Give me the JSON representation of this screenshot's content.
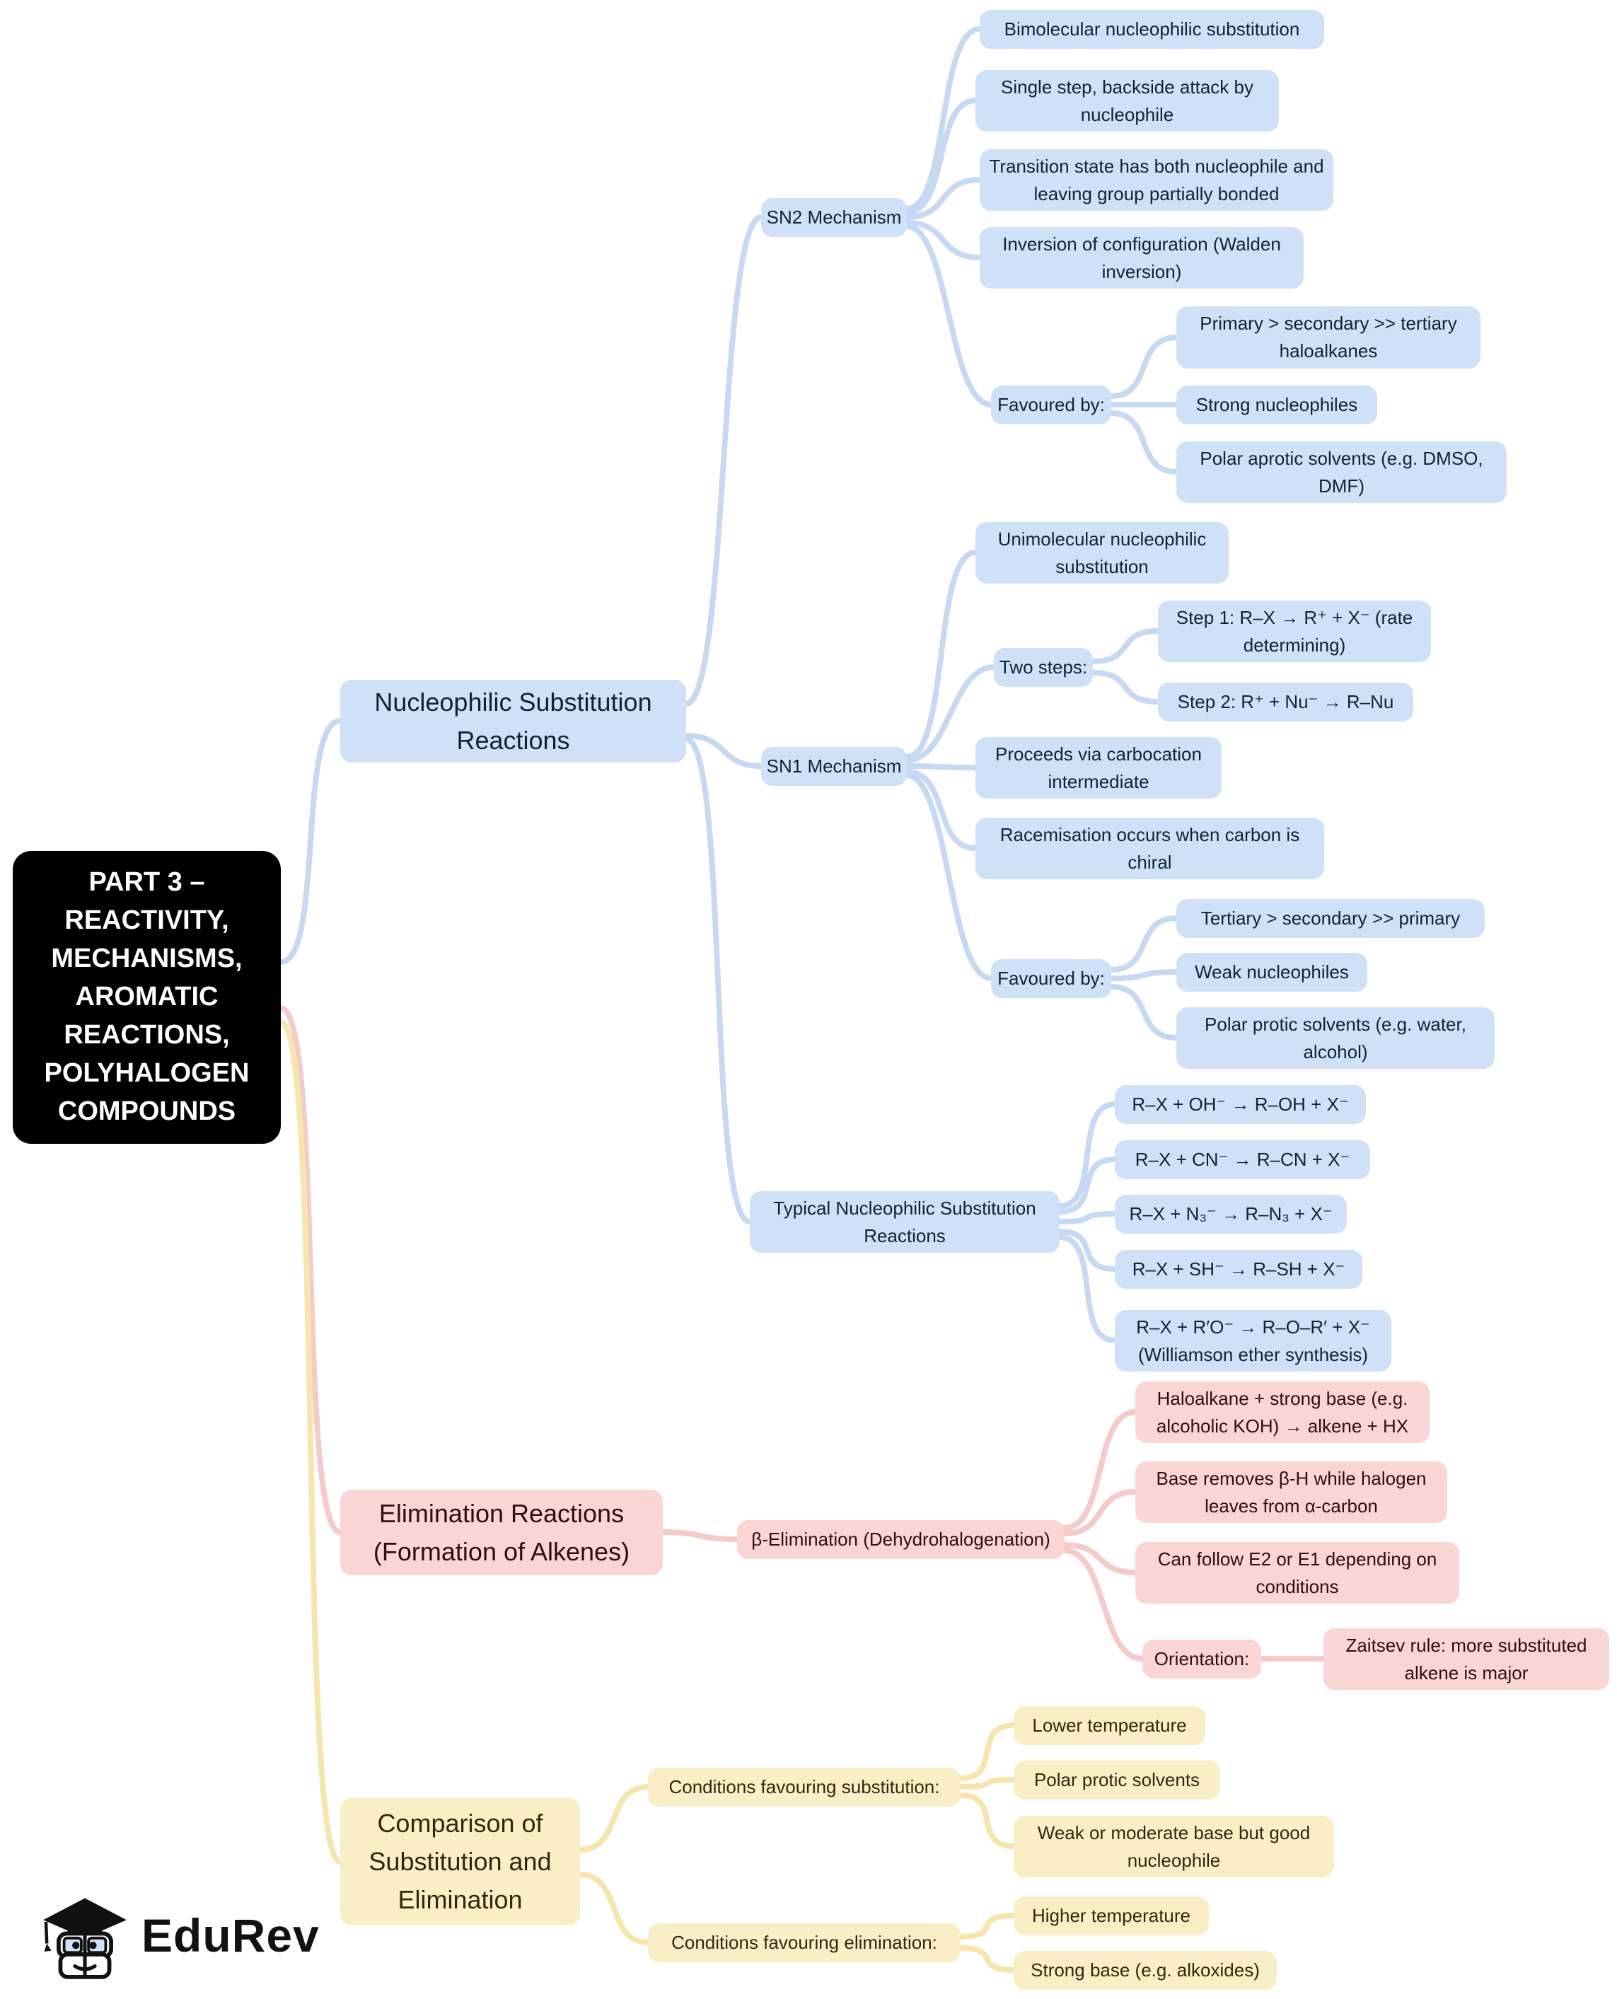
{
  "root_label": "PART 3 – REACTIVITY, MECHANISMS, AROMATIC REACTIONS, POLYHALOGEN COMPOUNDS",
  "branches": {
    "substitution": {
      "label": "Nucleophilic Substitution Reactions",
      "sn2": {
        "label": "SN2 Mechanism",
        "facts": [
          "Bimolecular nucleophilic substitution",
          "Single step, backside attack by nucleophile",
          "Transition state has both nucleophile and leaving group partially bonded",
          "Inversion of configuration (Walden inversion)"
        ],
        "favoured_by": {
          "label": "Favoured by:",
          "items": [
            "Primary > secondary >> tertiary haloalkanes",
            "Strong nucleophiles",
            "Polar aprotic solvents (e.g. DMSO, DMF)"
          ]
        }
      },
      "sn1": {
        "label": "SN1 Mechanism",
        "facts": [
          "Unimolecular nucleophilic substitution",
          "Proceeds via carbocation intermediate",
          "Racemisation occurs when carbon is chiral"
        ],
        "two_steps": {
          "label": "Two steps:",
          "items": [
            "Step 1: R–X → R⁺ + X⁻ (rate determining)",
            "Step 2: R⁺ + Nu⁻ → R–Nu"
          ]
        },
        "favoured_by": {
          "label": "Favoured by:",
          "items": [
            "Tertiary > secondary >> primary",
            "Weak nucleophiles",
            "Polar protic solvents (e.g. water, alcohol)"
          ]
        }
      },
      "typical": {
        "label": "Typical Nucleophilic Substitution Reactions",
        "reactions": [
          "R–X + OH⁻ → R–OH + X⁻",
          "R–X + CN⁻ → R–CN + X⁻",
          "R–X + N₃⁻ → R–N₃ + X⁻",
          "R–X + SH⁻ → R–SH + X⁻",
          "R–X + R′O⁻ → R–O–R′ + X⁻ (Williamson ether synthesis)"
        ]
      }
    },
    "elimination": {
      "label": "Elimination Reactions (Formation of Alkenes)",
      "beta": {
        "label": "β-Elimination (Dehydrohalogenation)",
        "facts": [
          "Haloalkane + strong base (e.g. alcoholic KOH) → alkene + HX",
          "Base removes β-H while halogen leaves from α-carbon",
          "Can follow E2 or E1 depending on conditions"
        ],
        "orientation": {
          "label": "Orientation:",
          "rule": "Zaitsev rule: more substituted alkene is major"
        }
      }
    },
    "comparison": {
      "label": "Comparison of Substitution and Elimination",
      "substitution_conditions": {
        "label": "Conditions favouring substitution:",
        "items": [
          "Lower temperature",
          "Polar protic solvents",
          "Weak or moderate base but good nucleophile"
        ]
      },
      "elimination_conditions": {
        "label": "Conditions favouring elimination:",
        "items": [
          "Higher temperature",
          "Strong base (e.g. alkoxides)"
        ]
      }
    }
  },
  "colors": {
    "substitution_fill": "#cfe1f7",
    "substitution_line": "#c7d8f2",
    "substitution_text": "#0e2433",
    "elimination_fill": "#f9d6d4",
    "elimination_line": "#f5cbc9",
    "elimination_text": "#2e0f0c",
    "comparison_fill": "#faeec7",
    "comparison_line": "#f7e5ae",
    "comparison_text": "#33270e",
    "root_fill": "#000000",
    "root_text": "#ffffff"
  },
  "branding": {
    "logo_text": "EduRev"
  }
}
